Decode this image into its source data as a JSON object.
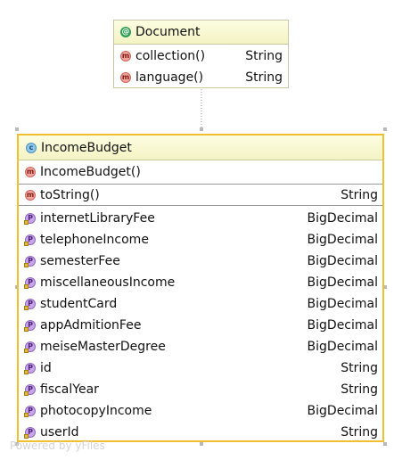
{
  "document_class": {
    "icon": "annotation-icon",
    "name": "Document",
    "members": [
      {
        "icon": "method-icon",
        "name": "collection()",
        "type": "String"
      },
      {
        "icon": "method-icon",
        "name": "language()",
        "type": "String"
      }
    ]
  },
  "income_class": {
    "icon": "class-icon",
    "name": "IncomeBudget",
    "constructors": [
      {
        "icon": "method-icon",
        "name": "IncomeBudget()",
        "type": ""
      }
    ],
    "methods": [
      {
        "icon": "method-icon",
        "name": "toString()",
        "type": "String"
      }
    ],
    "fields": [
      {
        "icon": "property-icon",
        "name": "internetLibraryFee",
        "type": "BigDecimal"
      },
      {
        "icon": "property-icon",
        "name": "telephoneIncome",
        "type": "BigDecimal"
      },
      {
        "icon": "property-icon",
        "name": "semesterFee",
        "type": "BigDecimal"
      },
      {
        "icon": "property-icon",
        "name": "miscellaneousIncome",
        "type": "BigDecimal"
      },
      {
        "icon": "property-icon",
        "name": "studentCard",
        "type": "BigDecimal"
      },
      {
        "icon": "property-icon",
        "name": "appAdmitionFee",
        "type": "BigDecimal"
      },
      {
        "icon": "property-icon",
        "name": "meiseMasterDegree",
        "type": "BigDecimal"
      },
      {
        "icon": "property-icon",
        "name": "id",
        "type": "String"
      },
      {
        "icon": "property-icon",
        "name": "fiscalYear",
        "type": "String"
      },
      {
        "icon": "property-icon",
        "name": "photocopyIncome",
        "type": "BigDecimal"
      },
      {
        "icon": "property-icon",
        "name": "userId",
        "type": "String"
      }
    ]
  },
  "colors": {
    "selection_border": "#f0c030",
    "header_fill": "#f6f5cf",
    "method_icon": "#f2a39c",
    "property_icon": "#c8a6e8",
    "class_icon": "#8cc6ea",
    "annotation_icon": "#2f9e55"
  },
  "watermark": "Powered by yFiles"
}
